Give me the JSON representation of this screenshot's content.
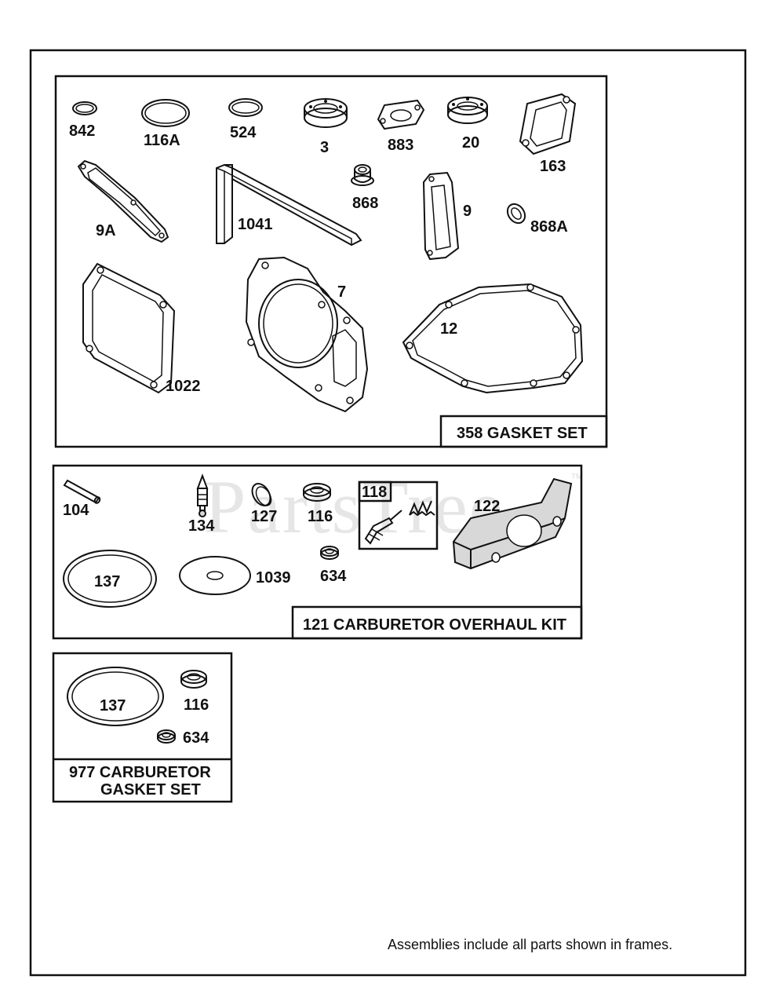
{
  "watermark": {
    "text": "PartsTree",
    "trademark": "TM"
  },
  "footnote": "Assemblies include all parts shown in frames.",
  "kits": [
    {
      "title": "358 GASKET SET",
      "parts": [
        "842",
        "116A",
        "524",
        "3",
        "883",
        "20",
        "163",
        "9A",
        "1041",
        "868",
        "9",
        "868A",
        "1022",
        "7",
        "12"
      ]
    },
    {
      "title": "121 CARBURETOR OVERHAUL KIT",
      "parts": [
        "104",
        "134",
        "127",
        "116",
        "118",
        "122",
        "137",
        "1039",
        "634"
      ]
    },
    {
      "title_lines": [
        "977 CARBURETOR",
        "GASKET SET"
      ],
      "parts": [
        "137",
        "116",
        "634"
      ]
    }
  ]
}
